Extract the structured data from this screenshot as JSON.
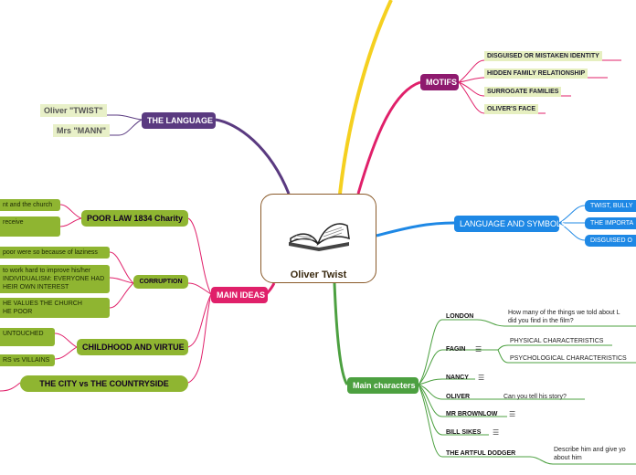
{
  "center": {
    "title": "Oliver Twist",
    "icon": "open-book-icon"
  },
  "colors": {
    "motifs": "#8e1a6e",
    "language": "#5a3a80",
    "main_ideas": "#e0206a",
    "characters": "#4ca040",
    "symbols": "#1e88e5",
    "top_branch": "#f5d020"
  },
  "the_language": {
    "label": "THE LANGUAGE",
    "items": [
      "Oliver \"TWIST\"",
      "Mrs \"MANN\""
    ]
  },
  "motifs": {
    "label": "MOTIFS",
    "items": [
      "DISGUISED OR MISTAKEN IDENTITY",
      "HIDDEN FAMILY RELATIONSHIP",
      "SURROGATE FAMILIES",
      "OLIVER'S FACE"
    ]
  },
  "language_symbols": {
    "label": "LANGUAGE AND SYMBOLS",
    "items": [
      "TWIST, BULLY",
      "THE IMPORTA",
      "DISGUISED O"
    ]
  },
  "main_ideas": {
    "label": "MAIN IDEAS",
    "poor_law": {
      "label": "POOR LAW 1834 Charity",
      "items": [
        "nt and the church",
        "receive"
      ]
    },
    "corruption": {
      "label": "CORRUPTION",
      "items": [
        "poor were so because of laziness",
        "to work hard to improve his/her\nINDIVIDUALISM: EVERYONE HAD\nHEIR OWN INTEREST",
        "HE VALUES THE CHURCH\nHE POOR"
      ]
    },
    "childhood": {
      "label": "CHILDHOOD AND VIRTUE",
      "items": [
        "UNTOUCHED",
        "RS vs VILLAINS"
      ]
    },
    "city": {
      "label": "THE CITY vs THE COUNTRYSIDE"
    }
  },
  "main_characters": {
    "label": "Main characters",
    "menu_glyph": "☰",
    "london": {
      "name": "LONDON",
      "note": "How many of the things we told about L\ndid you find in the film?"
    },
    "fagin": {
      "name": "FAGIN",
      "notes": [
        "PHYSICAL CHARACTERISTICS",
        "PSYCHOLOGICAL CHARACTERISTICS"
      ]
    },
    "nancy": {
      "name": "NANCY"
    },
    "oliver": {
      "name": "OLIVER",
      "note": "Can you tell his story?"
    },
    "brownlow": {
      "name": "MR BROWNLOW"
    },
    "sikes": {
      "name": "BILL SIKES"
    },
    "dodger": {
      "name": "THE ARTFUL DODGER",
      "note": "Describe him and give yo\nabout him"
    }
  }
}
